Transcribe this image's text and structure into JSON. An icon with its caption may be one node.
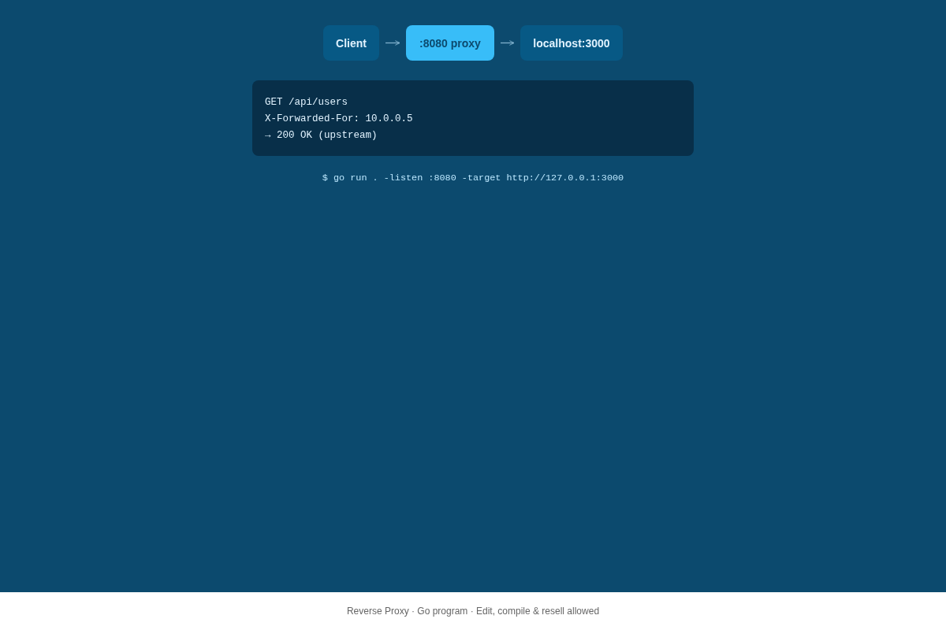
{
  "diagram": {
    "nodes": [
      {
        "text": [
          "Client"
        ]
      },
      {
        "text": [
          ":8080 proxy"
        ]
      },
      {
        "text": [
          "localhost:3000"
        ]
      },
      {
        "text": [
          "GET /api/users",
          "X-Forwarded-For: 10.0.0.5",
          "→ 200 OK (upstream)"
        ]
      }
    ],
    "edges": [
      {
        "from": 0,
        "to": 1,
        "arrow": "to"
      },
      {
        "from": 1,
        "to": 2,
        "arrow": "to"
      }
    ],
    "labels": [
      "$ go run . -listen :8080 -target http://127.0.0.1:3000"
    ],
    "caption": "Reverse Proxy · Go program · Edit, compile & resell allowed"
  }
}
